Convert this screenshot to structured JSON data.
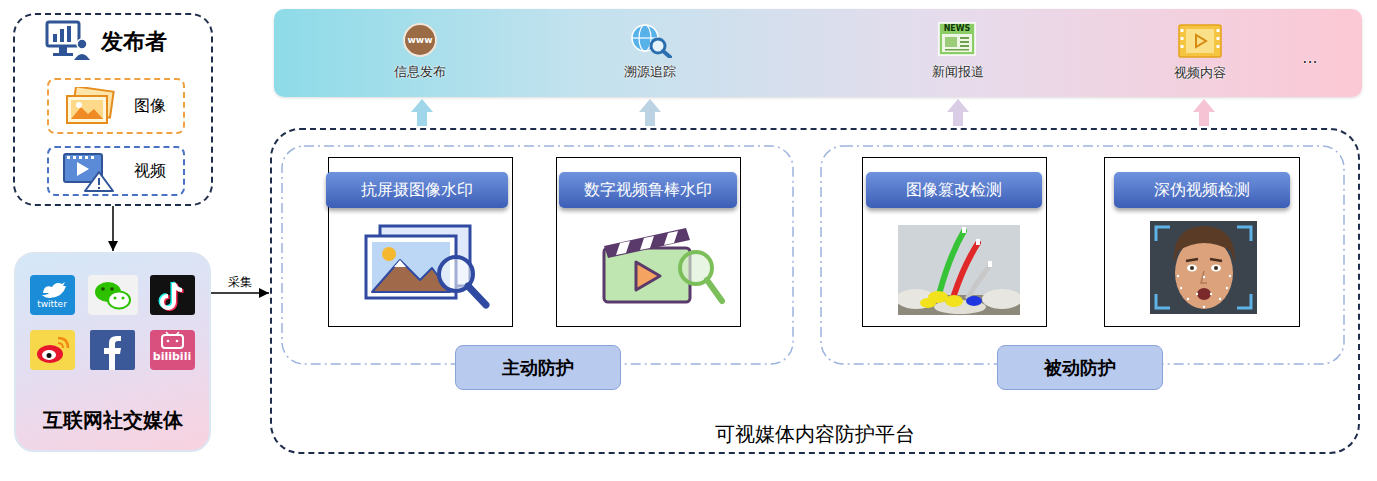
{
  "diagram": {
    "nodes": [
      {
        "text": [
          "发布者"
        ]
      },
      {
        "text": [
          "图像"
        ],
        "in": 0
      },
      {
        "text": [
          "视频"
        ],
        "in": 0
      },
      {
        "text": [
          "互联网社交媒体"
        ]
      },
      {
        "text": [
          "信息发布",
          "溯源追踪",
          "新闻报道",
          "视频内容",
          "..."
        ]
      },
      {
        "text": [
          "可视媒体内容防护平台"
        ]
      },
      {
        "text": [
          "主动防护"
        ],
        "in": 5
      },
      {
        "text": [
          "被动防护"
        ],
        "in": 5
      },
      {
        "text": [
          "抗屏摄图像水印"
        ],
        "in": 6
      },
      {
        "text": [
          "数字视频鲁棒水印"
        ],
        "in": 6
      },
      {
        "text": [
          "图像篡改检测"
        ],
        "in": 7
      },
      {
        "text": [
          "深伪视频检测"
        ],
        "in": 7
      }
    ],
    "edges": [
      {
        "from": 0,
        "to": 3,
        "arrow": "to"
      },
      {
        "from": 3,
        "to": 5,
        "label": "采集",
        "arrow": "to"
      },
      {
        "from": 5,
        "to": 4,
        "arrow": "to"
      },
      {
        "from": 5,
        "to": 4,
        "arrow": "to"
      },
      {
        "from": 5,
        "to": 4,
        "arrow": "to"
      },
      {
        "from": 5,
        "to": 4,
        "arrow": "to"
      }
    ],
    "labels": [
      "twitter",
      "bilibili",
      "www",
      "NEWS"
    ]
  }
}
